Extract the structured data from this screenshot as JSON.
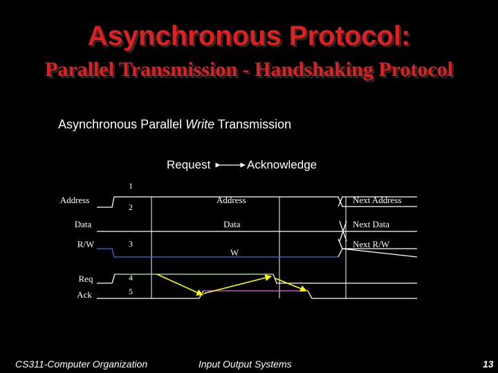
{
  "slide": {
    "title": "Asynchronous Protocol:",
    "subtitle": "Parallel Transmission - Handshaking Protocol",
    "section": {
      "pre": "Asynchronous Parallel ",
      "em": "Write",
      "post": " Transmission"
    }
  },
  "diagram": {
    "header": {
      "request": "Request",
      "acknowledge": "Acknowledge"
    },
    "signals": [
      "Address",
      "Data",
      "R/W",
      "Req",
      "Ack"
    ],
    "bus_values": {
      "address": "Address",
      "data": "Data",
      "rw": "W",
      "next_address": "Next Address",
      "next_data": "Next Data",
      "next_rw": "Next R/W"
    },
    "steps": [
      "1",
      "2",
      "3",
      "4",
      "5"
    ],
    "colors": {
      "signal_lines": "#ffffff",
      "rw_line": "#3a6fd8",
      "req_line": "#8fd07a",
      "ack_line": "#c040c0",
      "handshake_arrows": "#ffff00"
    }
  },
  "footer": {
    "left": "CS311-Computer Organization",
    "center": "Input Output Systems",
    "page": "13"
  }
}
